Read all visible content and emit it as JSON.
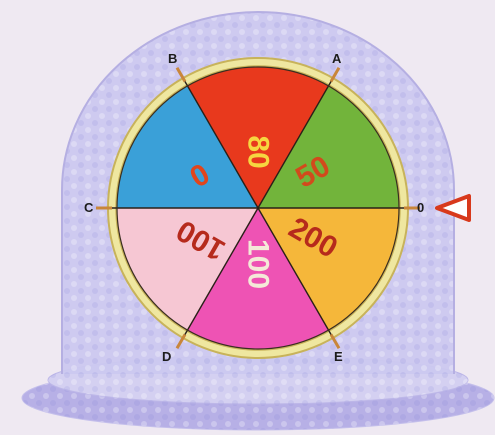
{
  "points": {
    "a": "A",
    "b": "B",
    "c": "C",
    "d": "D",
    "e": "E",
    "zero": "0"
  },
  "sectors": [
    {
      "value": "80",
      "color": "#e8391d",
      "text_color": "#f6d640"
    },
    {
      "value": "50",
      "color": "#72b43b",
      "text_color": "#d24a1c"
    },
    {
      "value": "200",
      "color": "#f5b73a",
      "text_color": "#b62a1c"
    },
    {
      "value": "100",
      "color": "#ee53b4",
      "text_color": "#f4e9d8"
    },
    {
      "value": "100",
      "color": "#f6c7d3",
      "text_color": "#b62a1c"
    },
    {
      "value": "0",
      "color": "#3aa0d8",
      "text_color": "#e0451c"
    }
  ],
  "colors": {
    "background": "#efe9f2",
    "dome": "#ccc9ee",
    "rim": "#efe7a0",
    "pointer": "#d8391c"
  }
}
